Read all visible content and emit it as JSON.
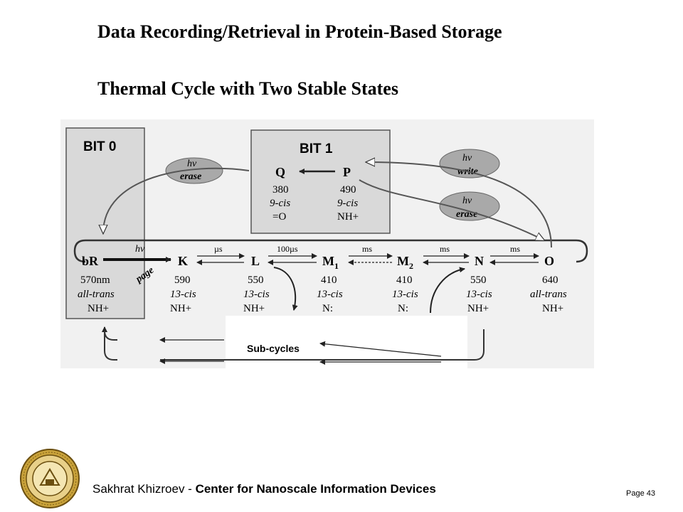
{
  "slide": {
    "title": "Data Recording/Retrieval in Protein-Based Storage",
    "subtitle": "Thermal Cycle with Two Stable States"
  },
  "diagram": {
    "bit0_label": "BIT 0",
    "bit1_label": "BIT 1",
    "bit1_states": [
      {
        "name": "Q",
        "nm": "380",
        "iso": "9-cis",
        "group": "=O"
      },
      {
        "name": "P",
        "nm": "490",
        "iso": "9-cis",
        "group": "NH+"
      }
    ],
    "main_states": [
      {
        "name": "bR",
        "sub": "",
        "nm": "570nm",
        "iso": "all-trans",
        "group": "NH+"
      },
      {
        "name": "K",
        "sub": "",
        "nm": "590",
        "iso": "13-cis",
        "group": "NH+"
      },
      {
        "name": "L",
        "sub": "",
        "nm": "550",
        "iso": "13-cis",
        "group": "NH+"
      },
      {
        "name": "M",
        "sub": "1",
        "nm": "410",
        "iso": "13-cis",
        "group": "N:"
      },
      {
        "name": "M",
        "sub": "2",
        "nm": "410",
        "iso": "13-cis",
        "group": "N:"
      },
      {
        "name": "N",
        "sub": "",
        "nm": "550",
        "iso": "13-cis",
        "group": "NH+"
      },
      {
        "name": "O",
        "sub": "",
        "nm": "640",
        "iso": "all-trans",
        "group": "NH+"
      }
    ],
    "timescales": [
      "µs",
      "100µs",
      "ms",
      "ms",
      "ms"
    ],
    "light_symbol": "hν",
    "page_label": "page",
    "erase_label": "erase",
    "write_label": "write",
    "subcycles_label": "Sub-cycles"
  },
  "footer": {
    "author": "Sakhrat Khizroev",
    "separator": " - ",
    "center": "Center for Nanoscale Information Devices",
    "page": "Page 43"
  }
}
